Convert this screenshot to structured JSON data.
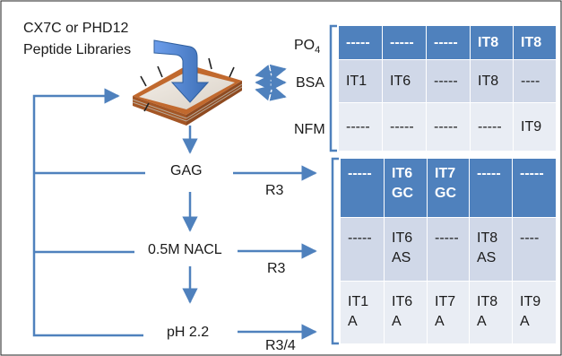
{
  "libraries_label": "CX7C or PHD12\nPeptide Libraries",
  "row_labels": {
    "po4": "PO4",
    "po4_base": "PO",
    "po4_sub": "4",
    "bsa": "BSA",
    "nfm": "NFM"
  },
  "steps": {
    "gag": "GAG",
    "nacl": "0.5M NACL",
    "ph": "pH 2.2"
  },
  "rounds": {
    "gag": "R3",
    "nacl": "R3",
    "ph": "R3/4"
  },
  "table1": {
    "po4": [
      "-----",
      "-----",
      "-----",
      "IT8",
      "IT8"
    ],
    "bsa": [
      "IT1",
      "IT6",
      "-----",
      "IT8",
      "----"
    ],
    "nfm": [
      "-----",
      "-----",
      "-----",
      "-----",
      "IT9"
    ]
  },
  "table2": {
    "gag": [
      "-----",
      "IT6\nGC",
      "IT7\nGC",
      "-----",
      "-----"
    ],
    "nacl": [
      "-----",
      "IT6\nAS",
      "-----",
      "IT8\nAS",
      "----"
    ],
    "ph": [
      "IT1\nA",
      "IT6\nA",
      "IT7\nA",
      "IT8\nA",
      "IT9\nA"
    ]
  },
  "colors": {
    "header_blue": "#4f81bd",
    "band_light": "#d0d8e8",
    "band_lighter": "#e9edf4",
    "arrow_blue": "#4f81bd"
  }
}
